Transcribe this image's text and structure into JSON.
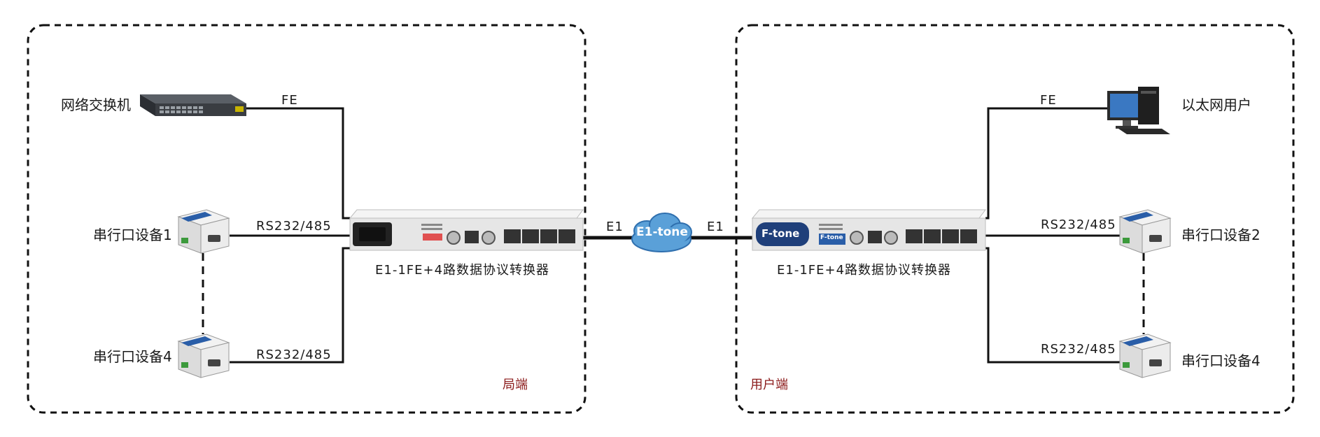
{
  "zones": {
    "left": {
      "label": "局端"
    },
    "right": {
      "label": "用户端"
    }
  },
  "left": {
    "switch_label": "网络交换机",
    "fe_label": "FE",
    "serial1_label": "串行口设备1",
    "serial4_label": "串行口设备4",
    "rs_top_label": "RS232/485",
    "rs_bottom_label": "RS232/485",
    "converter_label": "E1-1FE+4路数据协议转换器"
  },
  "right": {
    "pc_label": "以太网用户",
    "fe_label": "FE",
    "serial2_label": "串行口设备2",
    "serial4_label": "串行口设备4",
    "rs_top_label": "RS232/485",
    "rs_bottom_label": "RS232/485",
    "converter_label": "E1-1FE+4路数据协议转换器",
    "brand_badge": "F-tone",
    "brand_small": "F-tone"
  },
  "link": {
    "e1_left": "E1",
    "e1_right": "E1",
    "cloud_label": "E1-tone"
  },
  "colors": {
    "line": "#111111",
    "device_body": "#e8e8e8",
    "serial_blue": "#2a5ea8",
    "cloud": "#5aa0d8",
    "zone_label": "#8b1a1a"
  }
}
